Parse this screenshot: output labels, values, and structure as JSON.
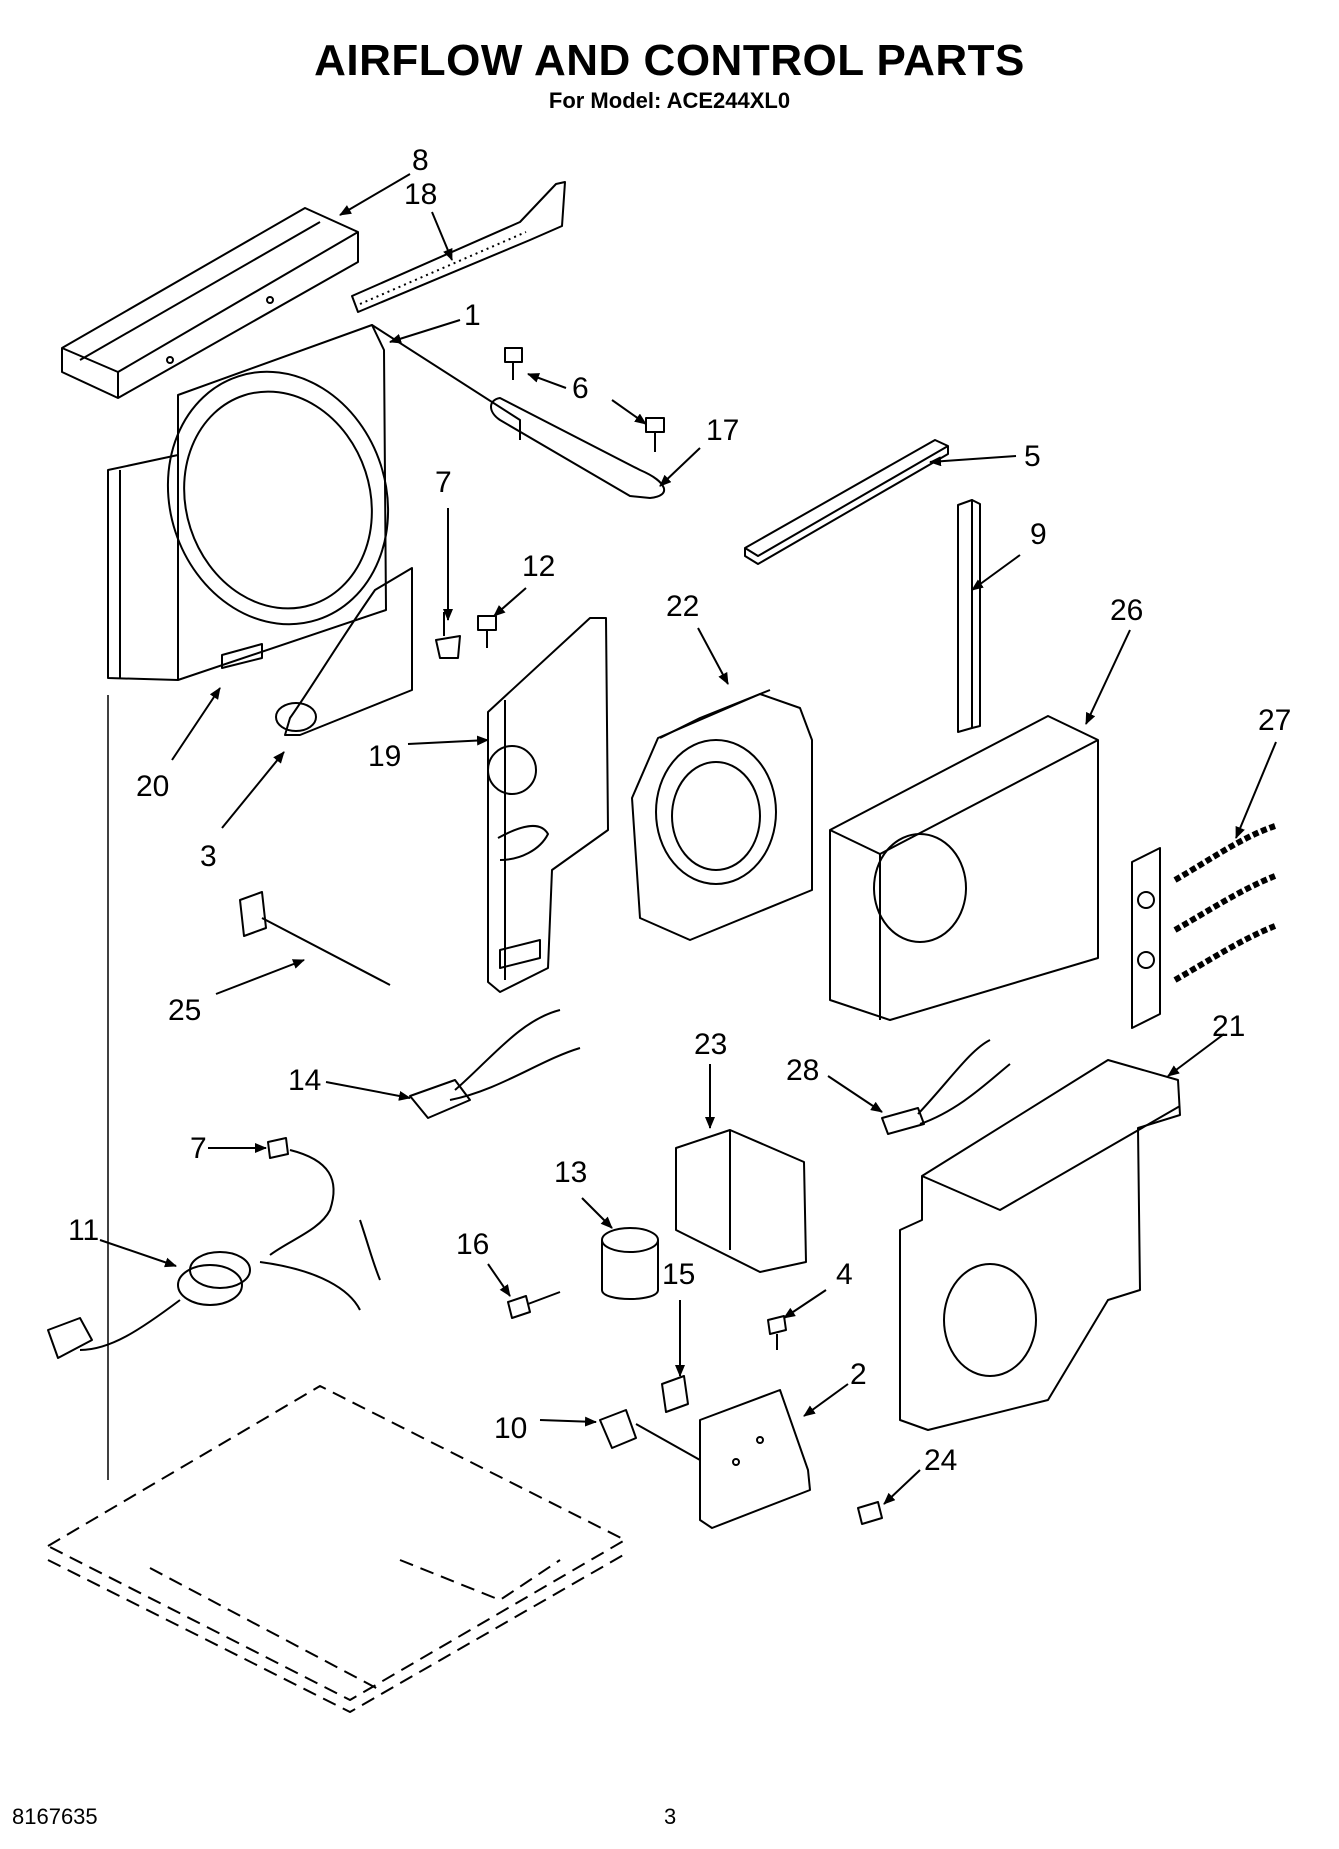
{
  "header": {
    "title": "AIRFLOW AND CONTROL PARTS",
    "subtitle": "For Model: ACE244XL0"
  },
  "footer": {
    "doc_number": "8167635",
    "page_number": "3"
  },
  "callouts": {
    "c1": "1",
    "c2": "2",
    "c3": "3",
    "c4": "4",
    "c5": "5",
    "c6": "6",
    "c7a": "7",
    "c7b": "7",
    "c8": "8",
    "c9": "9",
    "c10": "10",
    "c11": "11",
    "c12": "12",
    "c13": "13",
    "c14": "14",
    "c15": "15",
    "c16": "16",
    "c17": "17",
    "c18": "18",
    "c19": "19",
    "c20": "20",
    "c21": "21",
    "c22": "22",
    "c23": "23",
    "c24": "24",
    "c25": "25",
    "c26": "26",
    "c27": "27",
    "c28": "28"
  }
}
